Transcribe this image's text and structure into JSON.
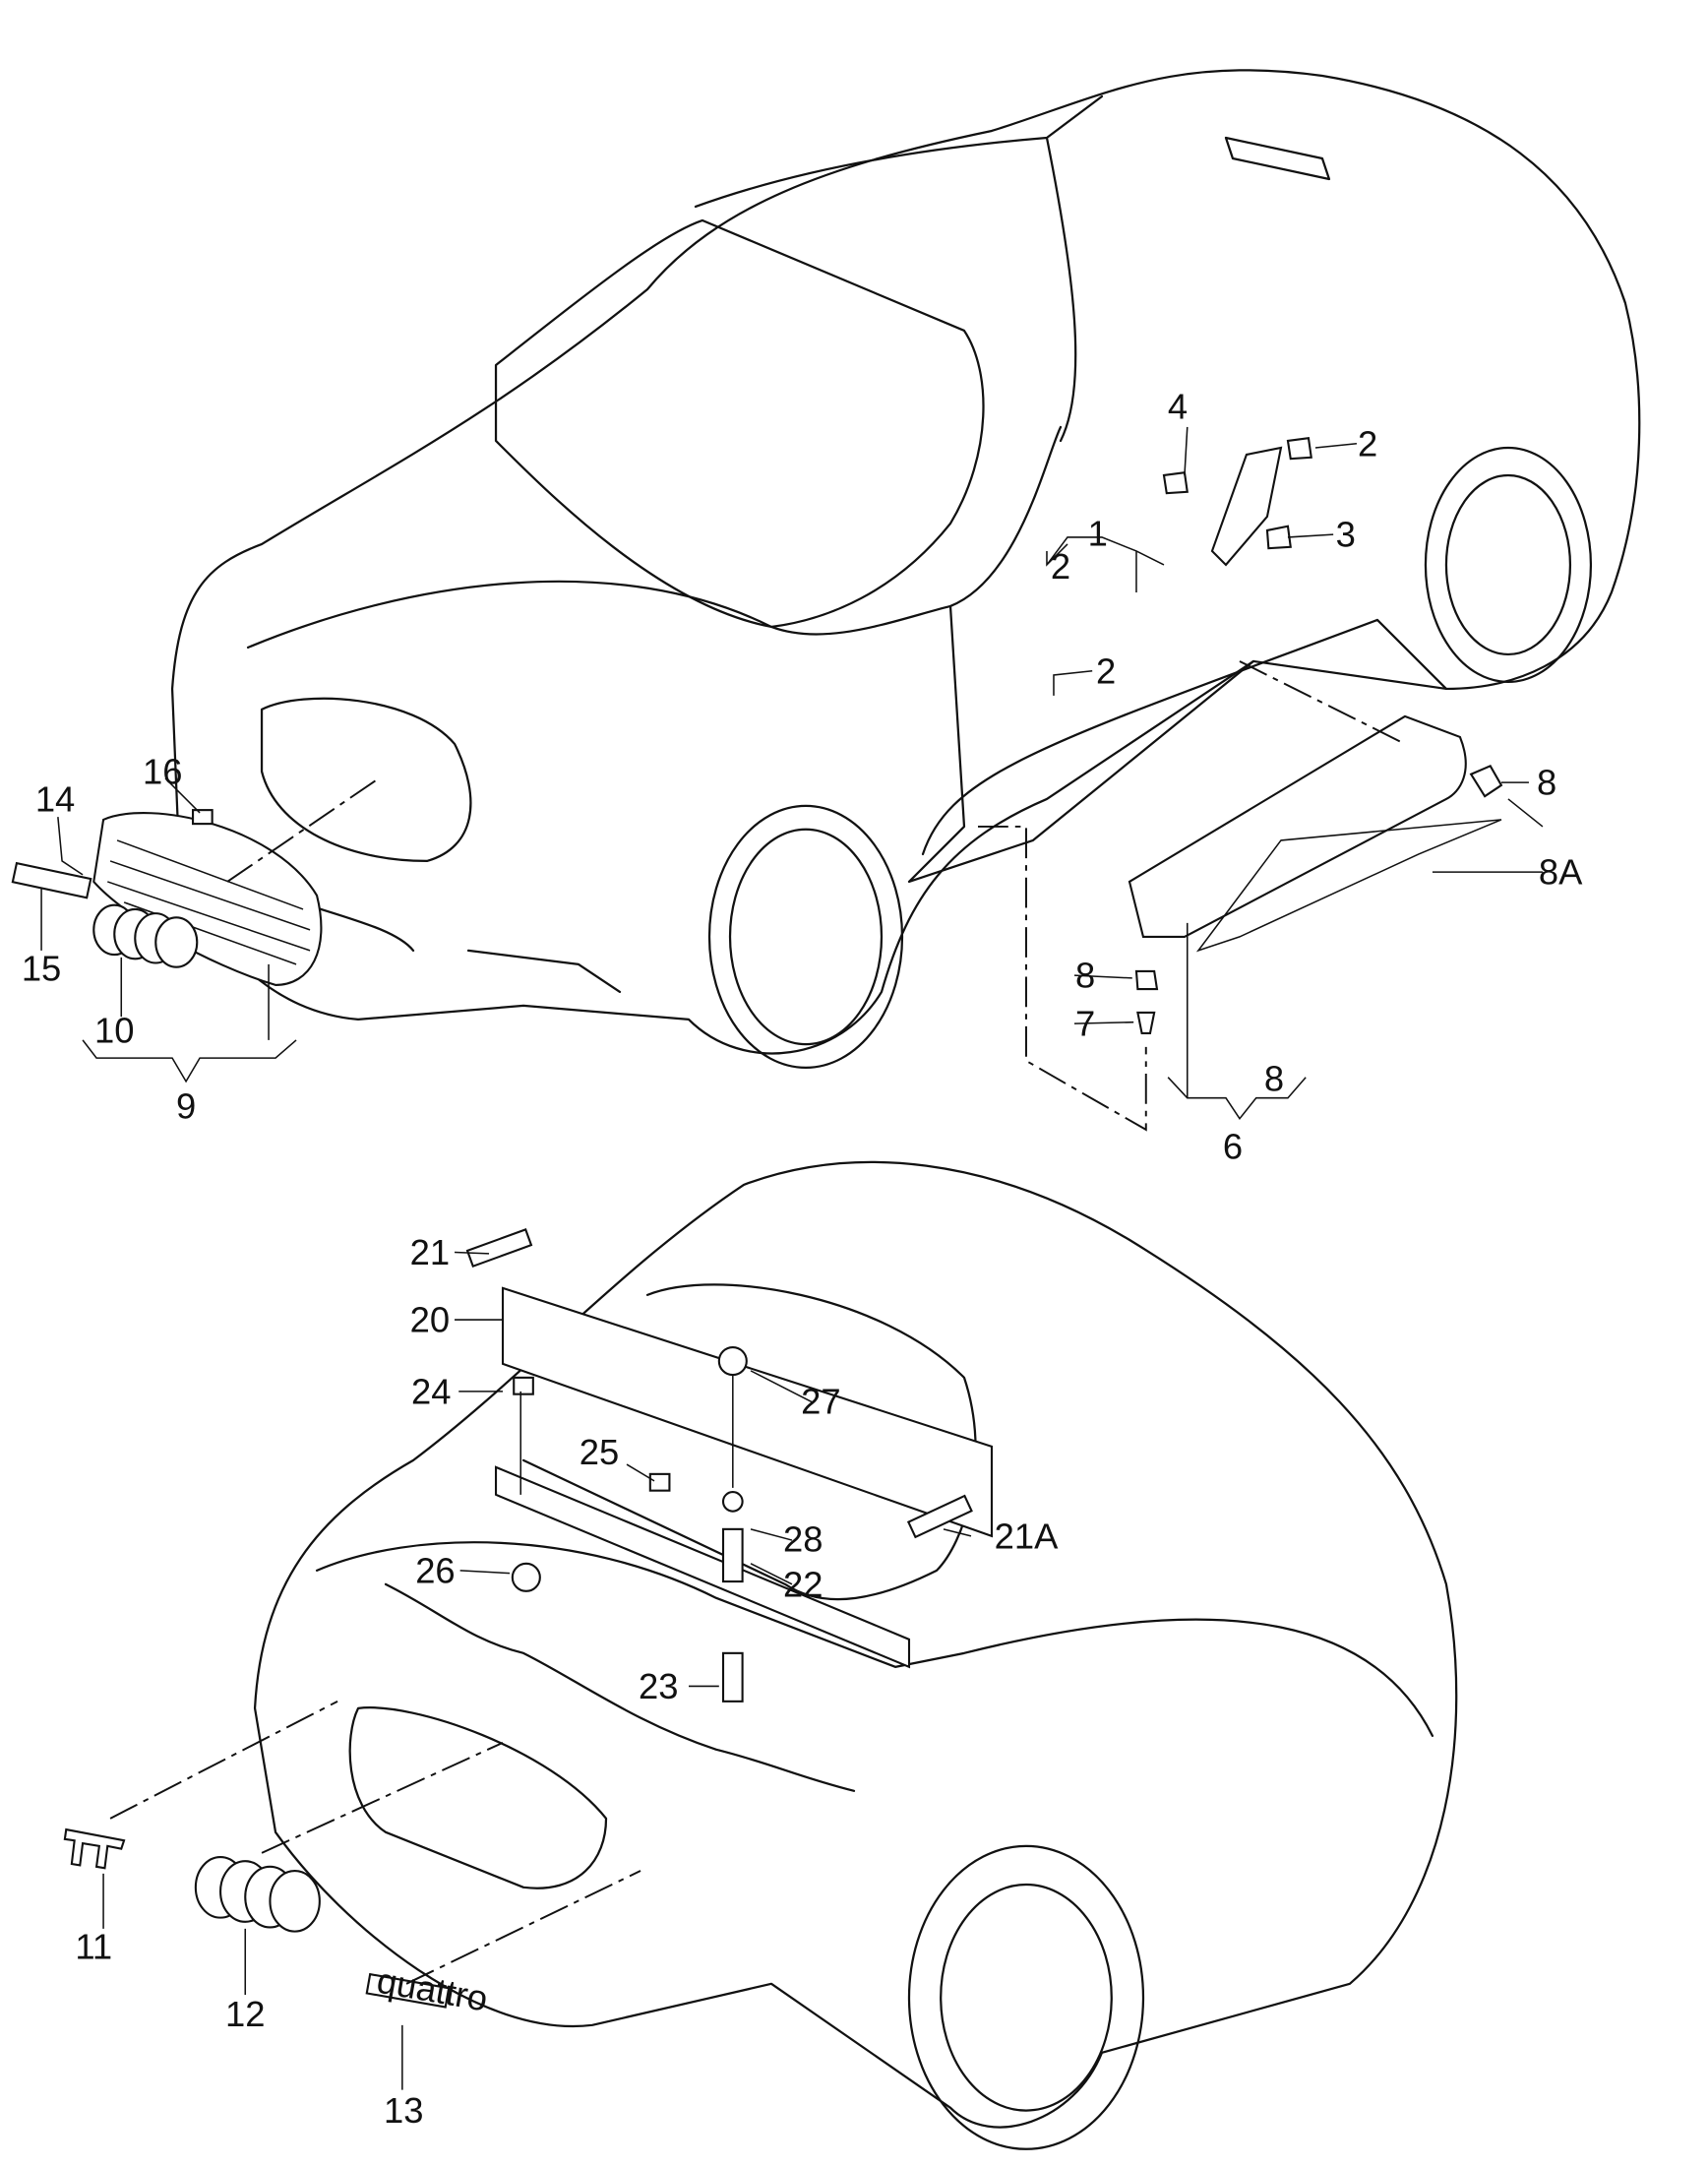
{
  "diagram": {
    "callouts": [
      {
        "id": "c4",
        "text": "4"
      },
      {
        "id": "c2a",
        "text": "2"
      },
      {
        "id": "c1",
        "text": "1"
      },
      {
        "id": "c2b",
        "text": "2"
      },
      {
        "id": "c3",
        "text": "3"
      },
      {
        "id": "c2c",
        "text": "2"
      },
      {
        "id": "c16",
        "text": "16"
      },
      {
        "id": "c14",
        "text": "14"
      },
      {
        "id": "c8a",
        "text": "8"
      },
      {
        "id": "c8A",
        "text": "8A"
      },
      {
        "id": "c15",
        "text": "15"
      },
      {
        "id": "c10",
        "text": "10"
      },
      {
        "id": "c8b",
        "text": "8"
      },
      {
        "id": "c7",
        "text": "7"
      },
      {
        "id": "c9",
        "text": "9"
      },
      {
        "id": "c8c",
        "text": "8"
      },
      {
        "id": "c6",
        "text": "6"
      },
      {
        "id": "c21",
        "text": "21"
      },
      {
        "id": "c20",
        "text": "20"
      },
      {
        "id": "c24",
        "text": "24"
      },
      {
        "id": "c27",
        "text": "27"
      },
      {
        "id": "c25",
        "text": "25"
      },
      {
        "id": "c28",
        "text": "28"
      },
      {
        "id": "c21A",
        "text": "21A"
      },
      {
        "id": "c26",
        "text": "26"
      },
      {
        "id": "c22",
        "text": "22"
      },
      {
        "id": "c23",
        "text": "23"
      },
      {
        "id": "c11",
        "text": "11"
      },
      {
        "id": "c12",
        "text": "12"
      },
      {
        "id": "c13",
        "text": "13"
      }
    ],
    "badge_text": "quattro"
  }
}
